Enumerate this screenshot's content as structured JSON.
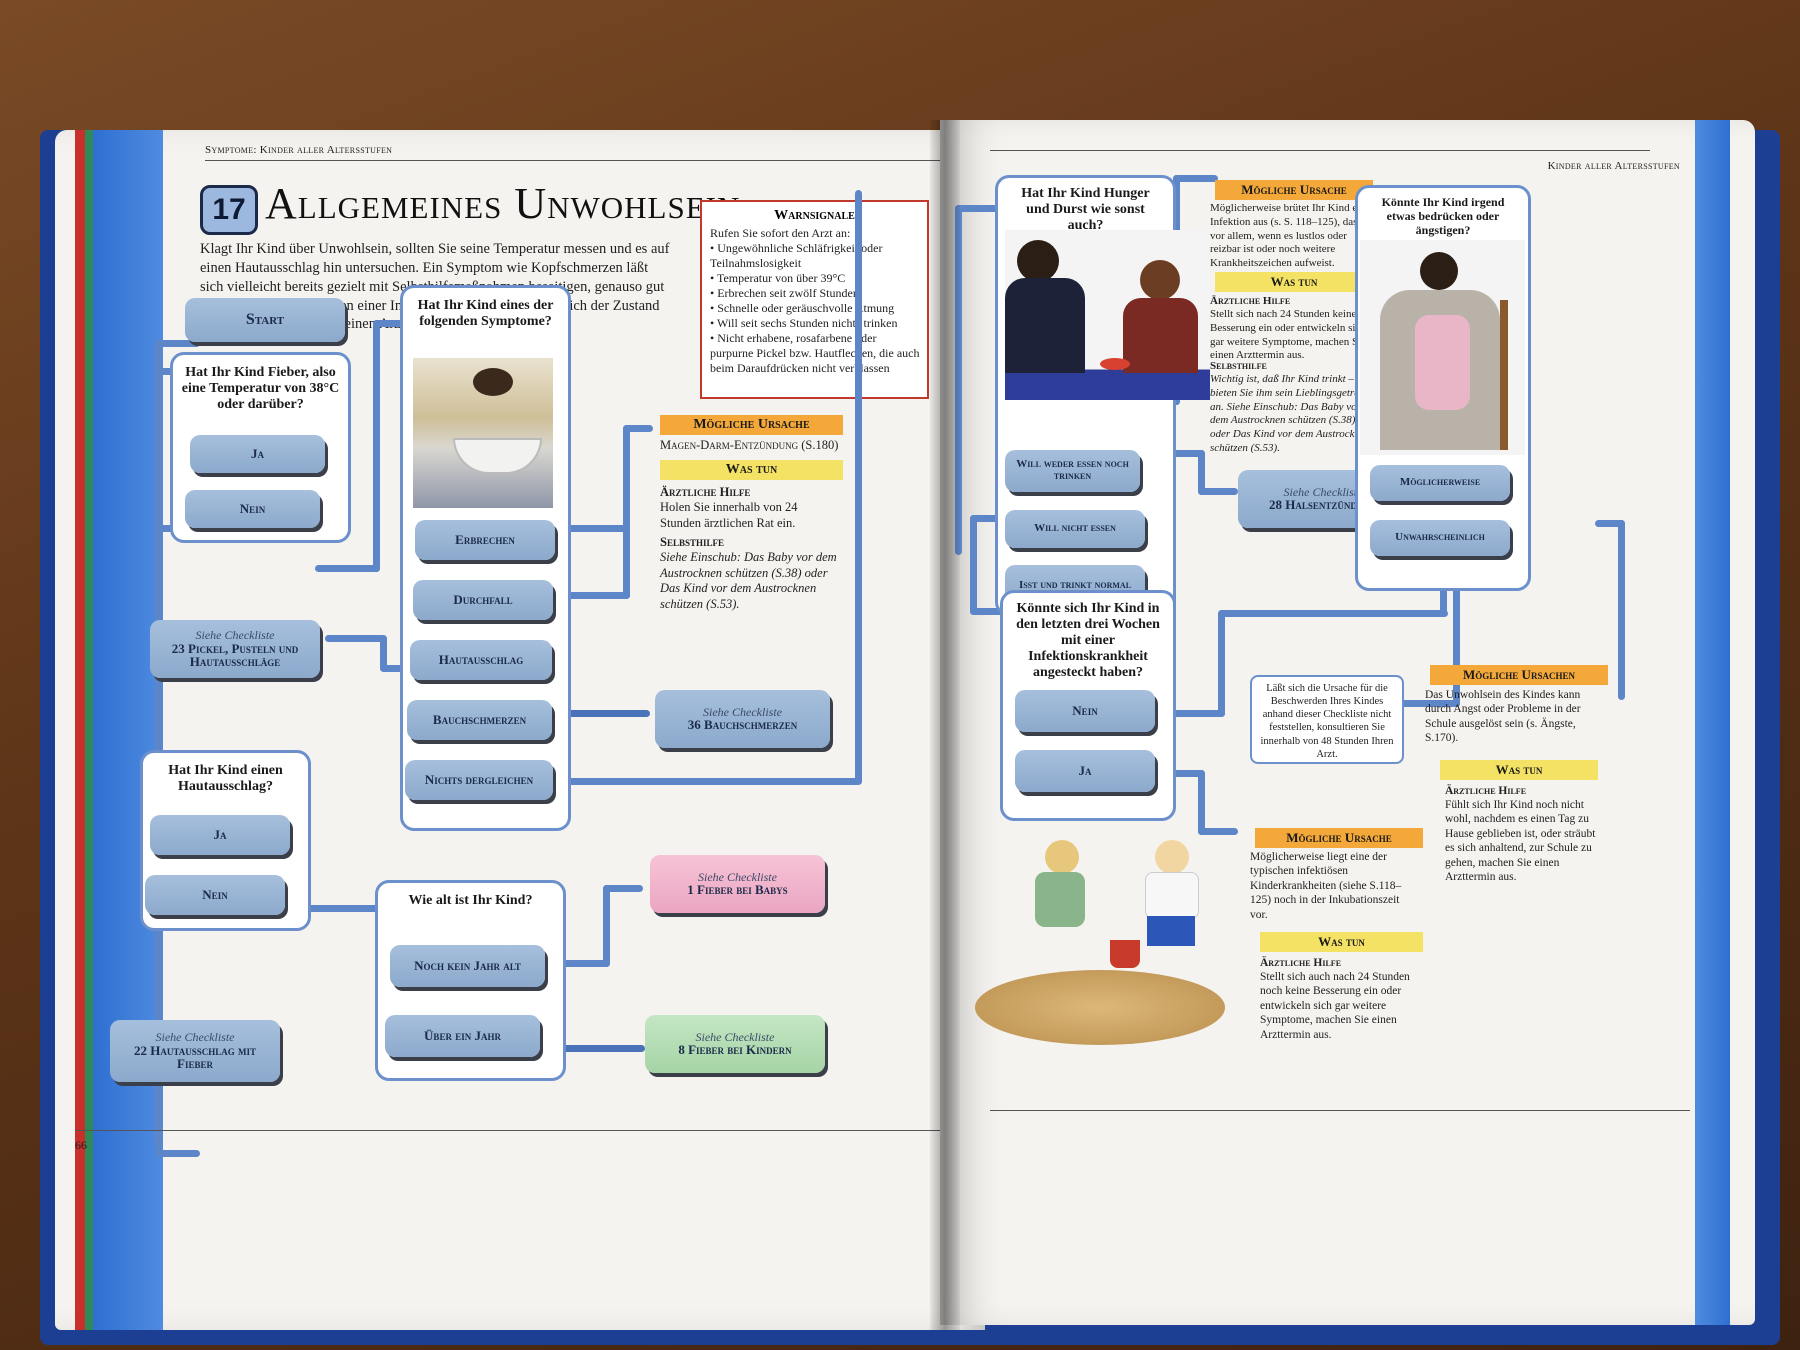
{
  "left_page": {
    "running_head": "Symptome: Kinder aller Altersstufen",
    "chapter_number": "17",
    "chapter_title": "Allgemeines Unwohlsein",
    "intro": "Klagt Ihr Kind über Unwohlsein, sollten Sie seine Temperatur messen und es auf einen Hautausschlag hin untersuchen. Ein Symptom wie Kopfschmerzen läßt sich vielleicht bereits gezielt mit Selbsthilfemaßnahmen beseitigen, genauso gut kann es aber auch Zeichen einer Infektion sein. Verschlechtert sich der Zustand Ihres Kindes, ziehen Sie einen Arzt hinzu.",
    "warn": {
      "title": "Warnsignale",
      "lead": "Rufen Sie sofort den Arzt an:",
      "items": [
        "• Ungewöhnliche Schläfrigkeit oder Teilnahmslosigkeit",
        "• Temperatur von über 39°C",
        "• Erbrechen seit zwölf Stunden",
        "• Schnelle oder geräuschvolle Atmung",
        "• Will seit sechs Stunden nichts trinken",
        "• Nicht erhabene, rosafarbene oder purpurne Pickel bzw. Hautflecken, die auch beim Daraufdrücken nicht verblassen"
      ]
    },
    "start": "Start",
    "q_fever": "Hat Ihr Kind Fieber, also eine Temperatur von 38°C oder darüber?",
    "fever_yes": "Ja",
    "fever_no": "Nein",
    "q_symptoms": "Hat Ihr Kind eines der folgenden Symptome?",
    "symptoms": [
      "Erbrechen",
      "Durchfall",
      "Hautausschlag",
      "Bauchschmerzen",
      "Nichts dergleichen"
    ],
    "checklist_23_top": "Siehe Checkliste",
    "checklist_23_bottom": "23 Pickel, Pusteln und Hautausschläge",
    "checklist_36_top": "Siehe Checkliste",
    "checklist_36_bottom": "36 Bauchschmerzen",
    "cause": {
      "header": "Mögliche Ursache",
      "text": "Magen-Darm-Entzündung (S.180)",
      "todo_header": "Was tun",
      "arzt_label": "Ärztliche Hilfe",
      "arzt_text": "Holen Sie innerhalb von 24 Stunden ärztlichen Rat ein.",
      "self_label": "Selbsthilfe",
      "self_text": "Siehe Einschub: Das Baby vor dem Austrocknen schützen (S.38) oder Das Kind vor dem Austrocknen schützen (S.53)."
    },
    "q_rash": "Hat Ihr Kind einen Hautausschlag?",
    "rash_yes": "Ja",
    "rash_no": "Nein",
    "q_age": "Wie alt ist Ihr Kind?",
    "age_under": "Noch kein Jahr alt",
    "age_over": "Über ein Jahr",
    "checklist_1_top": "Siehe Checkliste",
    "checklist_1_bottom": "1 Fieber bei Babys",
    "checklist_8_top": "Siehe Checkliste",
    "checklist_8_bottom": "8 Fieber bei Kindern",
    "checklist_22_top": "Siehe Checkliste",
    "checklist_22_bottom": "22 Hautausschlag mit Fieber",
    "page_number": "66"
  },
  "right_page": {
    "running_head": "Kinder aller Altersstufen",
    "q_hunger": "Hat Ihr Kind Hunger und Durst wie sonst auch?",
    "hunger_opts": [
      "Will weder essen noch trinken",
      "Will nicht essen",
      "Isst und trinkt normal"
    ],
    "cause1": {
      "header": "Mögliche Ursache",
      "text": "Möglicherweise brütet Ihr Kind eine Infektion aus (s. S. 118–125), das gilt vor allem, wenn es lustlos oder reizbar ist oder noch weitere Krankheitszeichen aufweist.",
      "todo_header": "Was tun",
      "arzt_label": "Ärztliche Hilfe",
      "arzt_text": "Stellt sich nach 24 Stunden keine Besserung ein oder entwickeln sich gar weitere Symptome, machen Sie einen Arzttermin aus.",
      "self_label": "Selbsthilfe",
      "self_text": "Wichtig ist, daß Ihr Kind trinkt – bieten Sie ihm sein Lieblingsgetränk an. Siehe Einschub: Das Baby vor dem Austrocknen schützen (S.38) oder Das Kind vor dem Austrocknen schützen (S.53)."
    },
    "checklist_28_top": "Siehe Checkliste",
    "checklist_28_bottom": "28 Halsentzündung",
    "q_infection": "Könnte sich Ihr Kind in den letzten drei Wochen mit einer Infektionskrankheit angesteckt haben?",
    "inf_no": "Nein",
    "inf_yes": "Ja",
    "q_worry": "Könnte Ihr Kind irgend etwas bedrücken oder ängstigen?",
    "worry_opts": [
      "Möglicherweise",
      "Unwahrscheinlich"
    ],
    "note": "Läßt sich die Ursache für die Beschwerden Ihres Kindes anhand dieser Checkliste nicht feststellen, konsultieren Sie innerhalb von 48 Stunden Ihren Arzt.",
    "cause2": {
      "header": "Mögliche Ursachen",
      "text": "Das Unwohlsein des Kindes kann durch Angst oder Probleme in der Schule ausgelöst sein (s. Ängste, S.170).",
      "todo_header": "Was tun",
      "arzt_label": "Ärztliche Hilfe",
      "arzt_text": "Fühlt sich Ihr Kind noch nicht wohl, nachdem es einen Tag zu Hause geblieben ist, oder sträubt es sich anhaltend, zur Schule zu gehen, machen Sie einen Arzttermin aus."
    },
    "cause3": {
      "header": "Mögliche Ursache",
      "text": "Möglicherweise liegt eine der typischen infektiösen Kinderkrankheiten (siehe S.118–125) noch in der Inkubationszeit vor.",
      "todo_header": "Was tun",
      "arzt_label": "Ärztliche Hilfe",
      "arzt_text": "Stellt sich auch nach 24 Stunden noch keine Besserung ein oder entwickeln sich gar weitere Symptome, machen Sie einen Arzttermin aus."
    }
  }
}
